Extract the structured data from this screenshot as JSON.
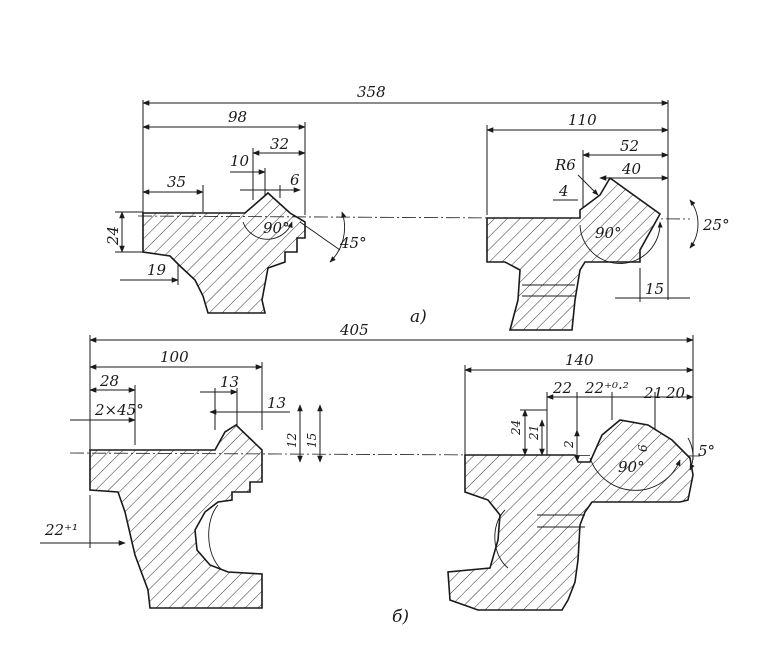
{
  "figure": {
    "views": [
      {
        "caption": "а)",
        "dimensions": {
          "overall": "358",
          "left_width": "98",
          "small_32": "32",
          "small_10": "10",
          "small_6": "6",
          "left_35": "35",
          "height_24": "24",
          "base_19": "19",
          "angle_90_left": "90°",
          "angle_45": "45°",
          "right_width": "110",
          "r6": "R6",
          "w52": "52",
          "w40": "40",
          "h4": "4",
          "angle_90_right": "90°",
          "angle_25": "25°",
          "w15": "15"
        }
      },
      {
        "caption": "б)",
        "dimensions": {
          "overall": "405",
          "left_width": "100",
          "w28": "28",
          "chamfer": "2×45°",
          "w13a": "13",
          "w13b": "13",
          "h12": "12",
          "h15": "15",
          "tol_22": "22⁺¹",
          "right_width": "140",
          "w22a": "22",
          "w22b": "22⁺⁰·²",
          "w21": "21",
          "w20": "20",
          "h24": "24",
          "h21": "21",
          "h2": "2",
          "h6": "6",
          "angle_90": "90°",
          "angle_5": "5°"
        }
      }
    ]
  }
}
